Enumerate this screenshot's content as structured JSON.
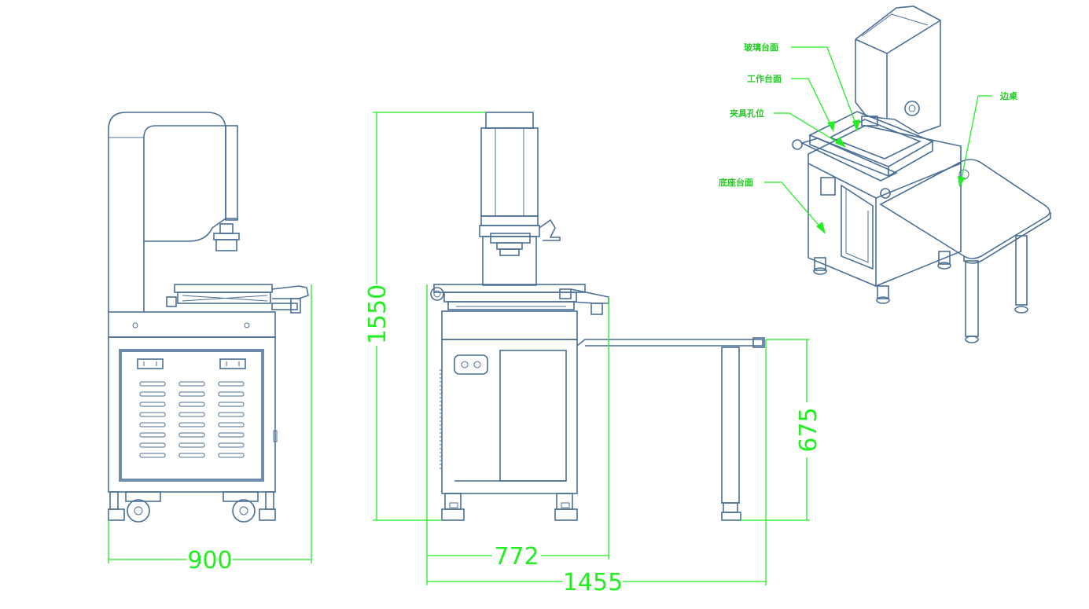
{
  "dimensions": {
    "width_side": "900",
    "height_total": "1550",
    "depth_front": "772",
    "depth_with_table": "1455",
    "table_height": "675"
  },
  "callouts": {
    "glass_table": "玻璃台面",
    "work_table": "工作台面",
    "fixture_holes": "夹具孔位",
    "base_table": "底座台面",
    "side_table": "边桌"
  },
  "colors": {
    "machine_line": "#4a6f96",
    "dimension_line": "#22ee22"
  }
}
